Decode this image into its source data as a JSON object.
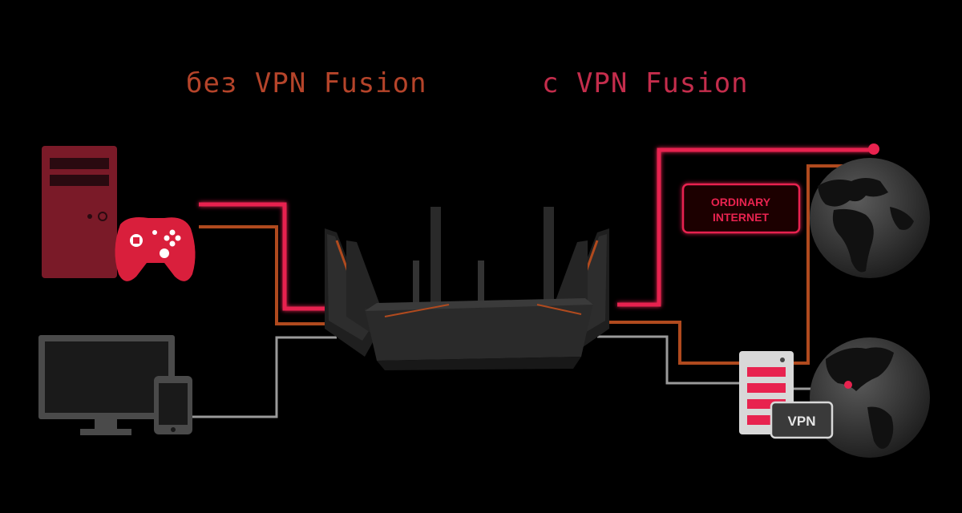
{
  "headings": {
    "without": "без VPN Fusion",
    "with": "с VPN Fusion"
  },
  "labels": {
    "ordinary_line1": "ORDINARY",
    "ordinary_line2": "INTERNET",
    "vpn": "VPN"
  },
  "colors": {
    "background": "#000000",
    "heading_without": "#b5442a",
    "heading_with": "#c42d4c",
    "pink_line": "#e8234f",
    "orange_line": "#b04a1e",
    "grey_line": "#9a9a9a",
    "device_red": "#7a1a28",
    "controller_red": "#d91f3c",
    "device_grey": "#4a4a4a",
    "globe": "#3a3a3a"
  },
  "icons": {
    "pc": "desktop-tower-icon",
    "controller": "gamepad-icon",
    "monitor": "monitor-icon",
    "phone": "smartphone-icon",
    "router": "router-icon",
    "server": "vpn-server-icon",
    "globe": "globe-icon"
  }
}
